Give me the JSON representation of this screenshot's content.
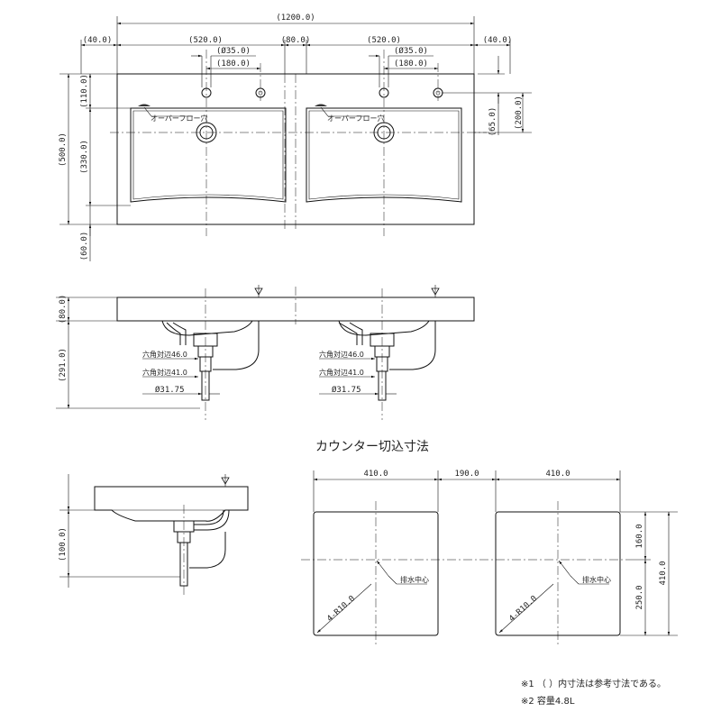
{
  "top_view": {
    "overall_width": "(1200.0)",
    "side_left": "(40.0)",
    "basin_left": "(520.0)",
    "gap": "(80.0)",
    "basin_right": "(520.0)",
    "side_right": "(40.0)",
    "hole_dia_left": "(Ø35.0)",
    "hole_dia_right": "(Ø35.0)",
    "faucet_spacing_left": "(180.0)",
    "faucet_spacing_right": "(180.0)",
    "depth_total": "(500.0)",
    "depth_back": "(110.0)",
    "depth_basin": "(330.0)",
    "depth_front": "(60.0)",
    "right_200": "(200.0)",
    "right_65": "(65.0)",
    "overflow_left": "オーバーフロー穴",
    "overflow_right": "オーバーフロー穴"
  },
  "front_view": {
    "thickness": "(80.0)",
    "height_below": "(291.0)",
    "hex_46_left": "六角対辺46.0",
    "hex_41_left": "六角対辺41.0",
    "pipe_left": "Ø31.75",
    "hex_46_right": "六角対辺46.0",
    "hex_41_right": "六角対辺41.0",
    "pipe_right": "Ø31.75"
  },
  "side_view": {
    "height": "(100.0)"
  },
  "cutout": {
    "title": "カウンター切込寸法",
    "width_left": "410.0",
    "gap": "190.0",
    "width_right": "410.0",
    "radius_left": "4-R10.0",
    "radius_right": "4-R10.0",
    "drain_center_left": "排水中心",
    "drain_center_right": "排水中心",
    "top_to_center": "160.0",
    "center_to_bottom": "250.0",
    "height_total": "410.0"
  },
  "notes": {
    "note1": "※1 （ ）内寸法は参考寸法である。",
    "note2": "※2 容量4.8L"
  }
}
